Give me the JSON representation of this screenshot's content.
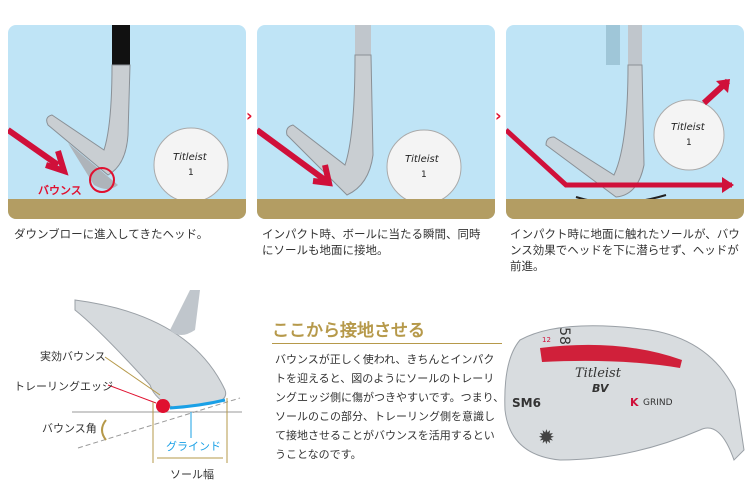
{
  "panels": [
    {
      "caption": "ダウンブローに進入してきたヘッド。",
      "label": "バウンス"
    },
    {
      "caption": "インパクト時、ボールに当たる瞬間、同時にソールも地面に接地。"
    },
    {
      "caption": "インパクト時に地面に触れたソールが、バウンス効果でヘッドを下に潜らせず、ヘッドが前進。"
    }
  ],
  "separator": "›",
  "diagram": {
    "effective_bounce": "実効バウンス",
    "trailing_edge": "トレーリングエッジ",
    "bounce_angle": "バウンス角",
    "grind": "グラインド",
    "sole_width": "ソール幅"
  },
  "section": {
    "heading": "ここから接地させる",
    "body": "バウンスが正しく使われ、きちんとインパクトを迎えると、図のようにソールのトレーリングエッジ側に傷がつきやすいです。つまり、ソールのこの部分、トレーリング側を意識して接地させることがバウンスを活用するということなのです。"
  },
  "wedge": {
    "loft": "58",
    "bounce": "12",
    "brand": "Titleist",
    "sub": "BV",
    "model": "SM6",
    "grind_letter": "K",
    "grind": "GRIND"
  },
  "ball": {
    "brand": "Titleist",
    "number": "1"
  },
  "colors": {
    "sky": "#bfe4f6",
    "ground": "#b39d63",
    "accent": "#e0102f",
    "gold": "#b6994a",
    "grind": "#1aa0e6"
  }
}
